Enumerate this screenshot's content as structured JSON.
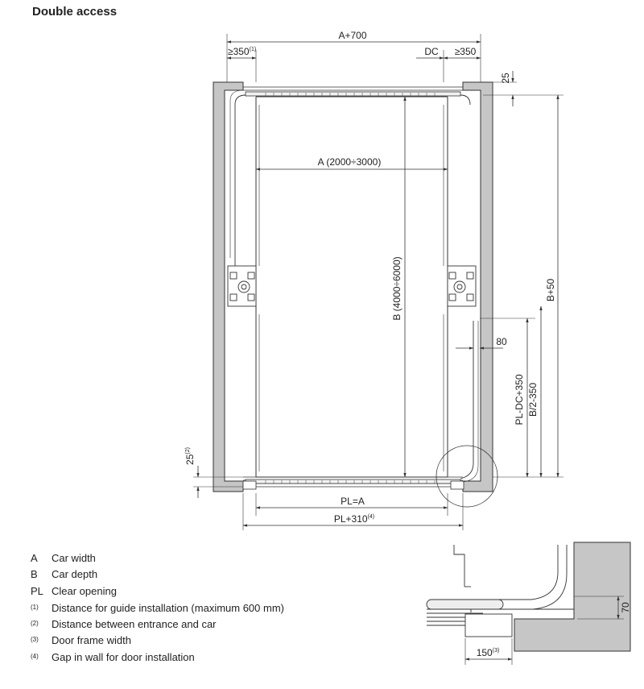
{
  "title": "Double access",
  "dims": {
    "a_plus_700": "A+700",
    "ge350_left": "≥350",
    "ge350_left_sup": "(1)",
    "dc": "DC",
    "ge350_right": "≥350",
    "d25_top": "25",
    "a_range": "A (2000÷3000)",
    "b_range": "B (4000÷6000)",
    "b_plus_50": "B+50",
    "d80": "80",
    "pl_dc_350": "PL-DC+350",
    "b_half_350": "B/2-350",
    "d25_bottom": "25",
    "d25_bottom_sup": "(2)",
    "pl_eq_a": "PL=A",
    "pl_plus_310": "PL+310",
    "pl_plus_310_sup": "(4)",
    "d70": "70",
    "d150": "150",
    "d150_sup": "(3)"
  },
  "legend": [
    {
      "sym": "A",
      "text": "Car width",
      "small": false
    },
    {
      "sym": "B",
      "text": "Car depth",
      "small": false
    },
    {
      "sym": "PL",
      "text": "Clear opening",
      "small": false
    },
    {
      "sym": "(1)",
      "text": "Distance for guide installation (maximum 600 mm)",
      "small": true
    },
    {
      "sym": "(2)",
      "text": "Distance between entrance and car",
      "small": true
    },
    {
      "sym": "(3)",
      "text": "Door frame width",
      "small": true
    },
    {
      "sym": "(4)",
      "text": "Gap in wall for door installation",
      "small": true
    }
  ],
  "colors": {
    "wall": "#c6c6c6",
    "line": "#333333"
  }
}
